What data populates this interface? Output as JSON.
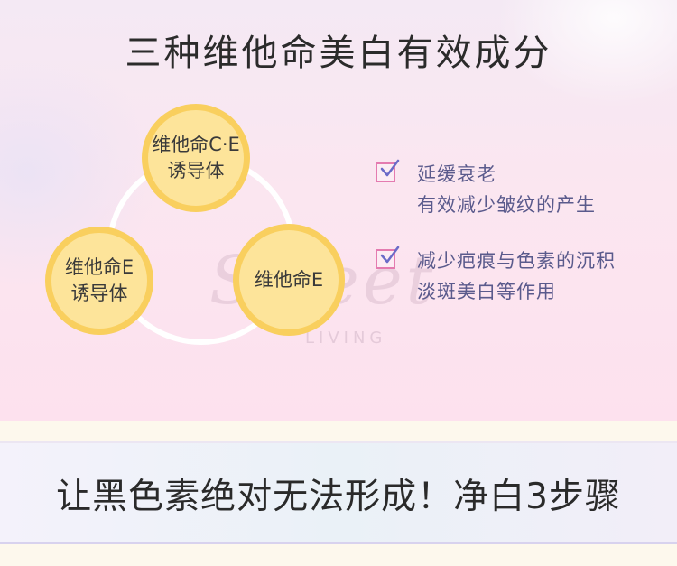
{
  "title": "三种维他命美白有效成分",
  "circles": [
    {
      "line1": "维他命C·E",
      "line2": "诱导体"
    },
    {
      "line1": "维他命E",
      "line2": "诱导体"
    },
    {
      "line1": "维他命E"
    }
  ],
  "benefits": [
    {
      "line1": "延缓衰老",
      "line2": "有效减少皱纹的产生"
    },
    {
      "line1": "减少疤痕与色素的沉积",
      "line2": "淡斑美白等作用"
    }
  ],
  "watermark": {
    "main": "Sweet",
    "sub": "LIVING"
  },
  "banner": "让黑色素绝对无法形成！净白3步骤",
  "colors": {
    "circle_fill": "#fde49a",
    "circle_border": "#f9cf5e",
    "checkbox": "#e47bb0",
    "checkmark": "#6b6bc8",
    "benefit_text": "#5a5a8c"
  }
}
